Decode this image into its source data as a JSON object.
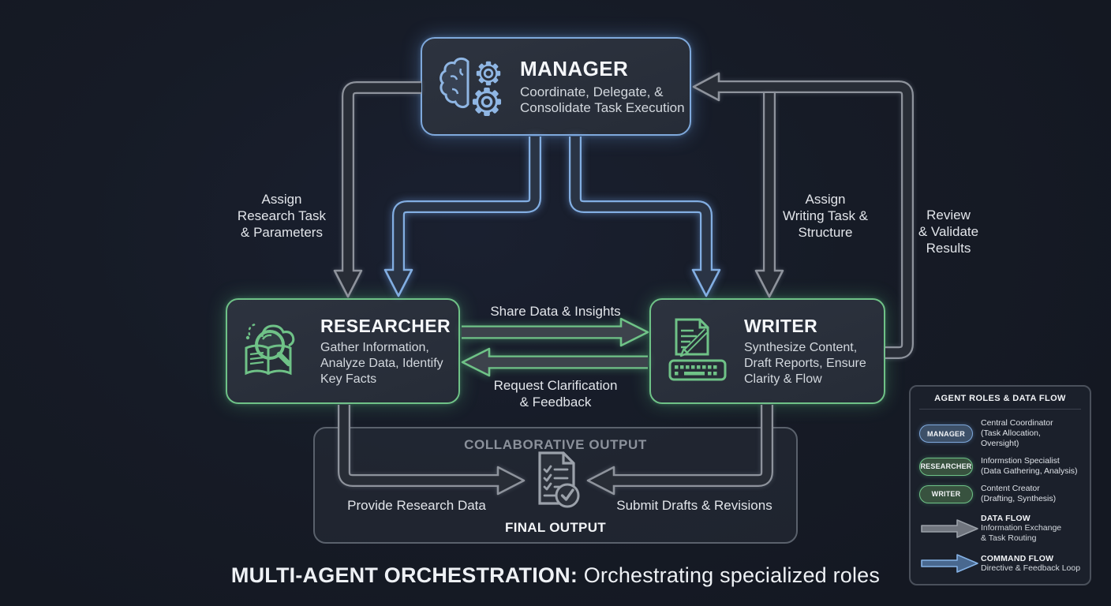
{
  "page": {
    "title_bold": "MULTI-AGENT ORCHESTRATION:",
    "title_regular": "Orchestrating specialized roles"
  },
  "nodes": {
    "manager": {
      "title": "MANAGER",
      "desc": [
        "Coordinate, Delegate, &",
        "Consolidate Task Execution"
      ]
    },
    "researcher": {
      "title": "RESEARCHER",
      "desc": [
        "Gather Information,",
        "Analyze Data, Identify",
        "Key Facts"
      ]
    },
    "writer": {
      "title": "WRITER",
      "desc": [
        "Synthesize Content,",
        "Draft Reports, Ensure",
        "Clarity & Flow"
      ]
    }
  },
  "collab": {
    "header": "COLLABORATIVE OUTPUT",
    "final_label": "FINAL OUTPUT"
  },
  "edges": {
    "assign_research": [
      "Assign",
      "Research Task",
      "& Parameters"
    ],
    "assign_writing": [
      "Assign",
      "Writing Task &",
      "Structure"
    ],
    "review_validate": [
      "Review",
      "& Validate",
      "Results"
    ],
    "share_data": "Share Data & Insights",
    "request_clarification": [
      "Request Clarification",
      "& Feedback"
    ],
    "provide_research": "Provide Research Data",
    "submit_drafts": "Submit Drafts & Revisions"
  },
  "legend": {
    "header": "AGENT ROLES & DATA FLOW",
    "roles": [
      {
        "badge": "MANAGER",
        "line1": "Central Coordinator",
        "line2": "(Task Allocation, Oversight)",
        "color": "blue"
      },
      {
        "badge": "RESEARCHER",
        "line1": "Informstion Specialist",
        "line2": "(Data Gathering, Analysis)",
        "color": "green"
      },
      {
        "badge": "WRITER",
        "line1": "Content Creator",
        "line2": "(Drafting, Synthesis)",
        "color": "green"
      }
    ],
    "flows": [
      {
        "title": "DATA FLOW",
        "lines": [
          "Information Exchange",
          "& Task Routing"
        ],
        "color": "gray"
      },
      {
        "title": "COMMAND FLOW",
        "lines": [
          "Directive & Feedback Loop"
        ],
        "color": "blue"
      }
    ]
  },
  "colors": {
    "background": "#161b26",
    "accent_blue": "#82aee2",
    "accent_green": "#6fc287",
    "arrow_gray": "#8e939c",
    "muted_header": "#8b919b"
  }
}
